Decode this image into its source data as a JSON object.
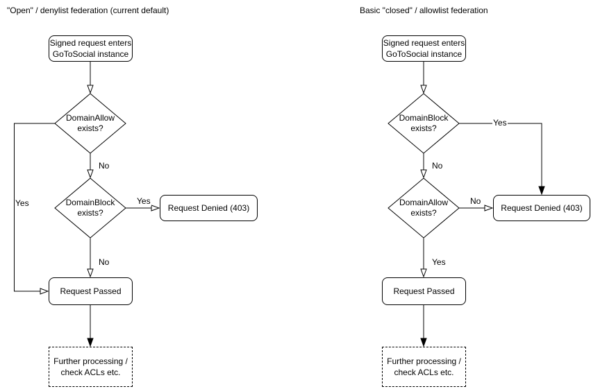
{
  "colors": {
    "stroke": "#000000",
    "fill": "#ffffff",
    "text": "#000000"
  },
  "charts": {
    "left": {
      "title": "\"Open\" / denylist federation (current default)",
      "nodes": {
        "start": "Signed request enters\nGoToSocial instance",
        "decision_allow": "DomainAllow\nexists?",
        "decision_block": "DomainBlock\nexists?",
        "denied": "Request Denied (403)",
        "passed": "Request Passed",
        "further": "Further processing /\ncheck ACLs etc."
      },
      "edge_labels": {
        "allow_no": "No",
        "allow_yes": "Yes",
        "block_yes": "Yes",
        "block_no": "No"
      },
      "edges": [
        {
          "from": "start",
          "to": "decision_allow",
          "label": ""
        },
        {
          "from": "decision_allow",
          "to": "decision_block",
          "label": "No"
        },
        {
          "from": "decision_allow",
          "to": "passed",
          "label": "Yes"
        },
        {
          "from": "decision_block",
          "to": "denied",
          "label": "Yes"
        },
        {
          "from": "decision_block",
          "to": "passed",
          "label": "No"
        },
        {
          "from": "passed",
          "to": "further",
          "label": ""
        }
      ]
    },
    "right": {
      "title": "Basic \"closed\" / allowlist federation",
      "nodes": {
        "start": "Signed request enters\nGoToSocial instance",
        "decision_block": "DomainBlock\nexists?",
        "decision_allow": "DomainAllow\nexists?",
        "denied": "Request Denied (403)",
        "passed": "Request Passed",
        "further": "Further processing /\ncheck ACLs etc."
      },
      "edge_labels": {
        "block_no": "No",
        "block_yes": "Yes",
        "allow_no": "No",
        "allow_yes": "Yes"
      },
      "edges": [
        {
          "from": "start",
          "to": "decision_block",
          "label": ""
        },
        {
          "from": "decision_block",
          "to": "decision_allow",
          "label": "No"
        },
        {
          "from": "decision_block",
          "to": "denied",
          "label": "Yes"
        },
        {
          "from": "decision_allow",
          "to": "denied",
          "label": "No"
        },
        {
          "from": "decision_allow",
          "to": "passed",
          "label": "Yes"
        },
        {
          "from": "passed",
          "to": "further",
          "label": ""
        }
      ]
    }
  }
}
